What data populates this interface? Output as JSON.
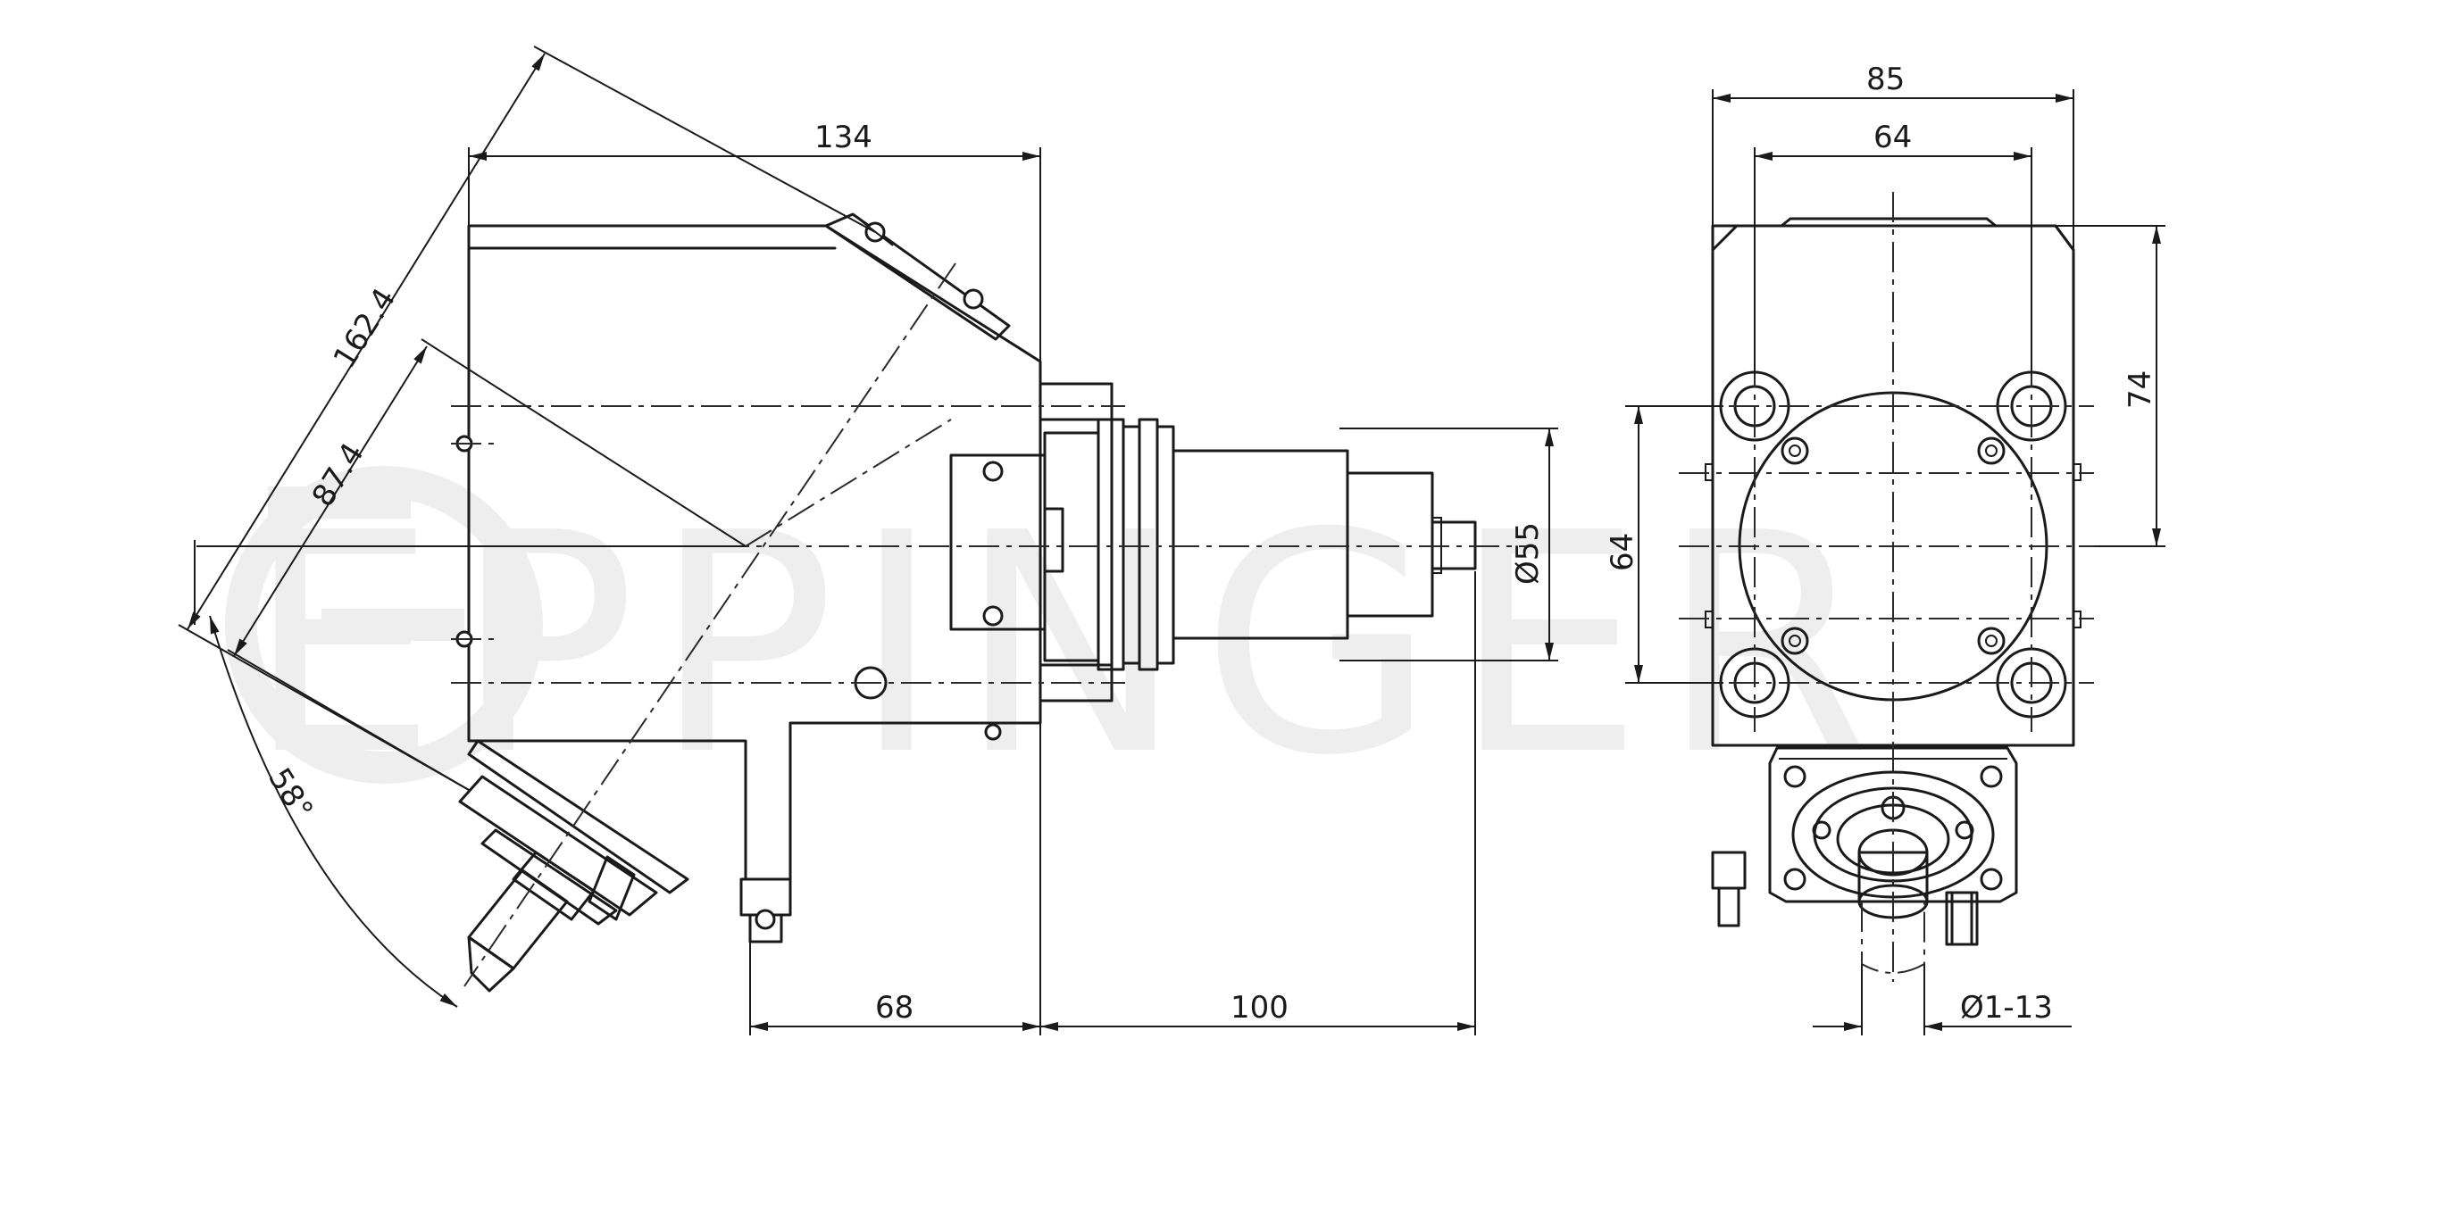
{
  "watermark": "EPPINGER",
  "dimensions": {
    "d134": "134",
    "d162": "162.4",
    "d87": "87.4",
    "angle": "58°",
    "d68": "68",
    "d100": "100",
    "dia55": "Ø55",
    "d85": "85",
    "d64_top": "64",
    "d74": "74",
    "d64_side": "64",
    "dia_collet": "Ø1-13"
  }
}
